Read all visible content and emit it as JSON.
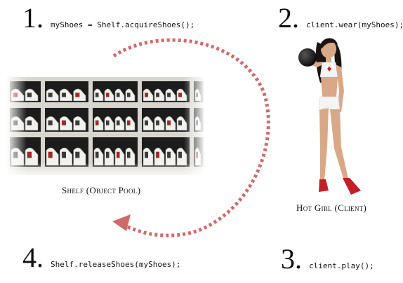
{
  "steps": [
    {
      "number": "1.",
      "code": "myShoes = Shelf.acquireShoes();"
    },
    {
      "number": "2.",
      "code": "client.wear(myShoes);"
    },
    {
      "number": "3.",
      "code": "client.play();"
    },
    {
      "number": "4.",
      "code": "Shelf.releaseShoes(myShoes);"
    }
  ],
  "captions": {
    "shelf": "Shelf (Object Pool)",
    "client": "Hot Girl (Client)"
  },
  "colors": {
    "arrow": "#d06a6a",
    "shelf_frame": "#d8d6cf",
    "shelf_dark": "#1c1c1c",
    "shoe_white": "#f1f1ee",
    "shoe_red": "#9c2a2a",
    "skin": "#d9a888",
    "hair": "#1a1412",
    "ball": "#151515",
    "outfit": "#f4f4f4",
    "shoe_client": "#c41e26"
  }
}
